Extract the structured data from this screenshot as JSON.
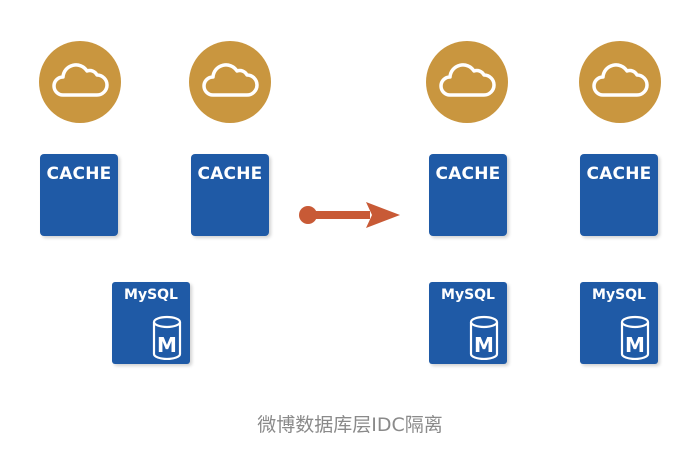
{
  "colors": {
    "cloud_fill": "#c9963f",
    "box_fill": "#1f5aa6",
    "arrow_fill": "#c85a36",
    "caption_text": "#8a8a8a"
  },
  "icons": {
    "cloud": "cloud-icon",
    "database": "database-icon",
    "arrow": "arrow-right-icon"
  },
  "left_group": {
    "cache_1": "CACHE",
    "cache_2": "CACHE",
    "mysql": "MySQL",
    "mysql_badge": "M"
  },
  "right_group": {
    "cache_1": "CACHE",
    "cache_2": "CACHE",
    "mysql_1": "MySQL",
    "mysql_1_badge": "M",
    "mysql_2": "MySQL",
    "mysql_2_badge": "M"
  },
  "caption": "微博数据库层IDC隔离"
}
